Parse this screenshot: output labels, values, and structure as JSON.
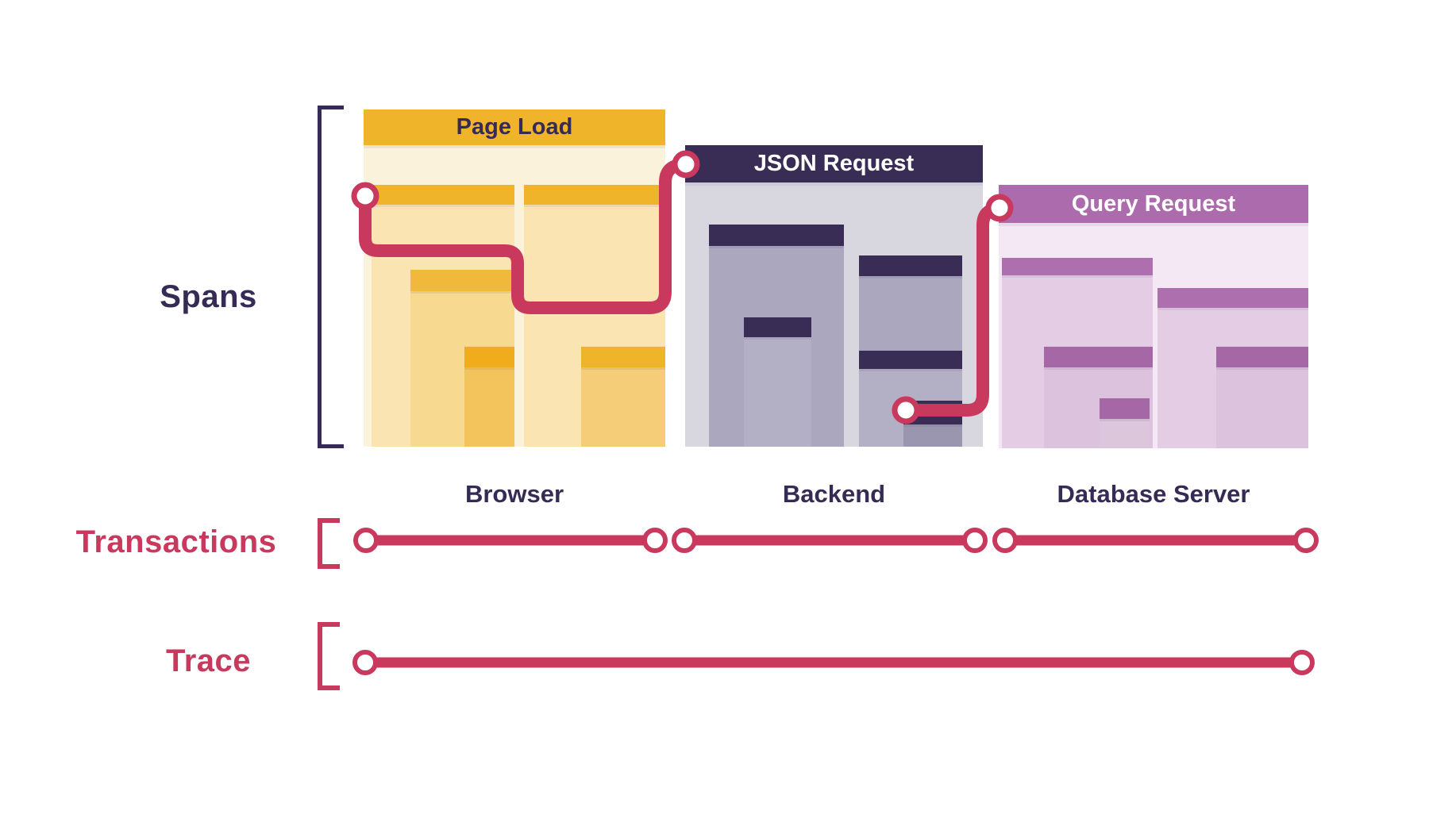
{
  "title": "Distributed tracing diagram: spans, transactions and a trace",
  "labels": {
    "spans": "Spans",
    "transactions": "Transactions",
    "trace": "Trace"
  },
  "groups": [
    {
      "id": "browser",
      "title": "Page Load",
      "label": "Browser"
    },
    {
      "id": "backend",
      "title": "JSON Request",
      "label": "Backend"
    },
    {
      "id": "database",
      "title": "Query Request",
      "label": "Database Server"
    }
  ],
  "colors": {
    "red": "#C8395D",
    "navy": "#362B55",
    "yellow": "#F0B42B",
    "yellow-hd2": "#F1B93B",
    "yellow-hd3": "#EFAD1D",
    "cream": "#FBF2DC",
    "yellow-pale": "#FAE5B2",
    "yellow-mid": "#F7D98F",
    "yellow-deep": "#F2C45B",
    "yellow-deep2": "#F5CD79",
    "ink-hd": "#3A2D55",
    "gray-body": "#D8D7E0",
    "gray-span": "#ABA7BE",
    "gray-span2": "#B3AFC4",
    "gray-span3": "#9B96B0",
    "purple": "#AC6BAD",
    "purple-hd2": "#AE6FAF",
    "purple-hd3": "#A667A7",
    "pink-body": "#F3E8F4",
    "purple-pale": "#E4CDE4",
    "purple-mid": "#DDC2DD",
    "purple-mid2": "#DCC6DC"
  }
}
